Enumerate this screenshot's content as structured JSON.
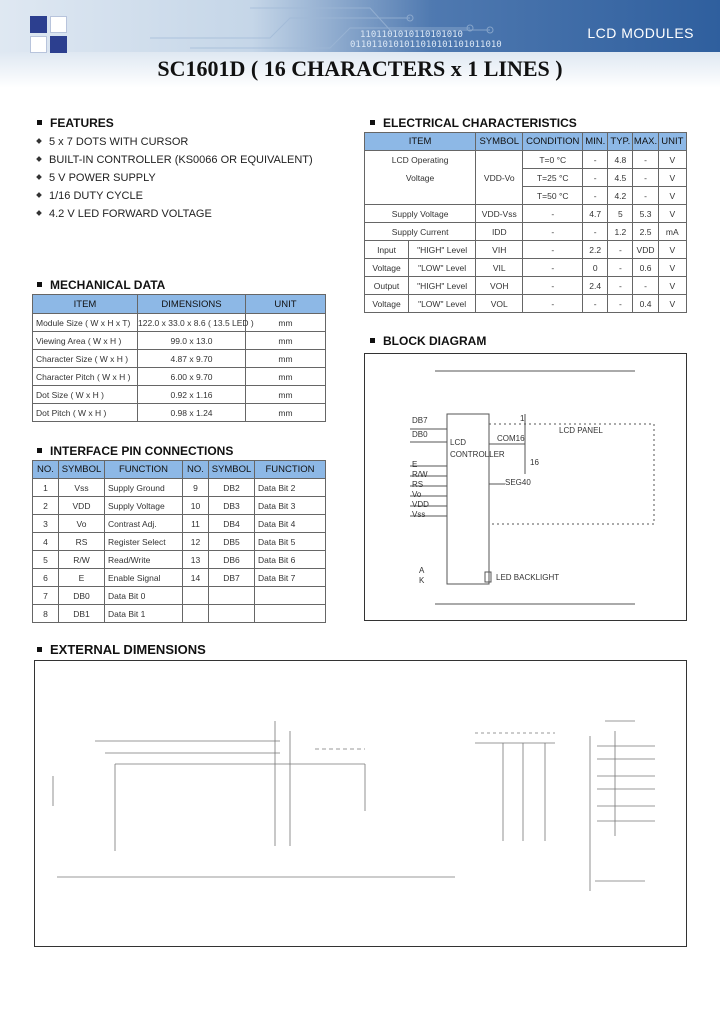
{
  "header": {
    "brand_label": "LCD MODULES",
    "binary_1": "1101101010110101010",
    "binary_2": "0110110101011010101101011010",
    "title": "SC1601D ( 16  CHARACTERS x 1 LINES )"
  },
  "features": {
    "heading": "FEATURES",
    "items": [
      "5 x 7 DOTS WITH CURSOR",
      "BUILT-IN CONTROLLER (KS0066 OR EQUIVALENT)",
      "5 V POWER SUPPLY",
      "1/16 DUTY CYCLE",
      "4.2 V LED FORWARD VOLTAGE"
    ]
  },
  "mechanical": {
    "heading": "MECHANICAL DATA",
    "columns": [
      "ITEM",
      "DIMENSIONS",
      "UNIT"
    ],
    "rows": [
      [
        "Module Size ( W x H x T)",
        "122.0 x 33.0 x 8.6 ( 13.5 LED )",
        "mm"
      ],
      [
        "Viewing Area ( W x H )",
        "99.0 x 13.0",
        "mm"
      ],
      [
        "Character Size ( W x H )",
        "4.87 x 9.70",
        "mm"
      ],
      [
        "Character Pitch ( W x H )",
        "6.00 x 9.70",
        "mm"
      ],
      [
        "Dot Size ( W x H )",
        "0.92 x 1.16",
        "mm"
      ],
      [
        "Dot Pitch ( W x H )",
        "0.98 x 1.24",
        "mm"
      ]
    ]
  },
  "interface": {
    "heading": "INTERFACE PIN CONNECTIONS",
    "columns": [
      "NO.",
      "SYMBOL",
      "FUNCTION",
      "NO.",
      "SYMBOL",
      "FUNCTION"
    ],
    "rows": [
      [
        "1",
        "Vss",
        "Supply Ground",
        "9",
        "DB2",
        "Data Bit 2"
      ],
      [
        "2",
        "VDD",
        "Supply Voltage",
        "10",
        "DB3",
        "Data Bit 3"
      ],
      [
        "3",
        "Vo",
        "Contrast Adj.",
        "11",
        "DB4",
        "Data Bit 4"
      ],
      [
        "4",
        "RS",
        "Register Select",
        "12",
        "DB5",
        "Data Bit 5"
      ],
      [
        "5",
        "R/W",
        "Read/Write",
        "13",
        "DB6",
        "Data Bit 6"
      ],
      [
        "6",
        "E",
        "Enable Signal",
        "14",
        "DB7",
        "Data Bit 7"
      ],
      [
        "7",
        "DB0",
        "Data Bit 0",
        "",
        "",
        ""
      ],
      [
        "8",
        "DB1",
        "Data Bit 1",
        "",
        "",
        ""
      ]
    ]
  },
  "electrical": {
    "heading": "ELECTRICAL CHARACTERISTICS",
    "columns": [
      "ITEM",
      "SYMBOL",
      "CONDITION",
      "MIN.",
      "TYP.",
      "MAX.",
      "UNIT"
    ],
    "lcd_item_1": "LCD Operating",
    "lcd_item_2": "Voltage",
    "lcd_symbol": "VDD-Vo",
    "lcd_rows": [
      [
        "T=0 °C",
        "-",
        "4.8",
        "-",
        "V"
      ],
      [
        "T=25 °C",
        "-",
        "4.5",
        "-",
        "V"
      ],
      [
        "T=50 °C",
        "-",
        "4.2",
        "-",
        "V"
      ]
    ],
    "supply_rows": [
      [
        "Supply Voltage",
        "VDD-Vss",
        "-",
        "4.7",
        "5",
        "5.3",
        "V"
      ],
      [
        "Supply Current",
        "IDD",
        "-",
        "-",
        "1.2",
        "2.5",
        "mA"
      ]
    ],
    "input_label": "Input",
    "output_label": "Output",
    "voltage_label": "Voltage",
    "io_rows": [
      [
        "\"HIGH\" Level",
        "VIH",
        "-",
        "2.2",
        "-",
        "VDD",
        "V"
      ],
      [
        "\"LOW\" Level",
        "VIL",
        "-",
        "0",
        "-",
        "0.6",
        "V"
      ],
      [
        "\"HIGH\" Level",
        "VOH",
        "-",
        "2.4",
        "-",
        "-",
        "V"
      ],
      [
        "\"LOW\" Level",
        "VOL",
        "-",
        "-",
        "-",
        "0.4",
        "V"
      ]
    ]
  },
  "block": {
    "heading": "BLOCK DIAGRAM",
    "db7": "DB7",
    "db0": "DB0",
    "controller_1": "LCD",
    "controller_2": "CONTROLLER",
    "com": "COM16",
    "seg": "SEG40",
    "panel": "LCD PANEL",
    "pins": [
      "E",
      "R/W",
      "RS",
      "Vo",
      "VDD",
      "Vss"
    ],
    "a": "A",
    "k": "K",
    "backlight": "LED BACKLIGHT",
    "one": "1",
    "sixteen": "16"
  },
  "external": {
    "heading": "EXTERNAL DIMENSIONS"
  },
  "colors": {
    "table_header": "#8db8e6",
    "header_blue": "#2f5f9e"
  }
}
